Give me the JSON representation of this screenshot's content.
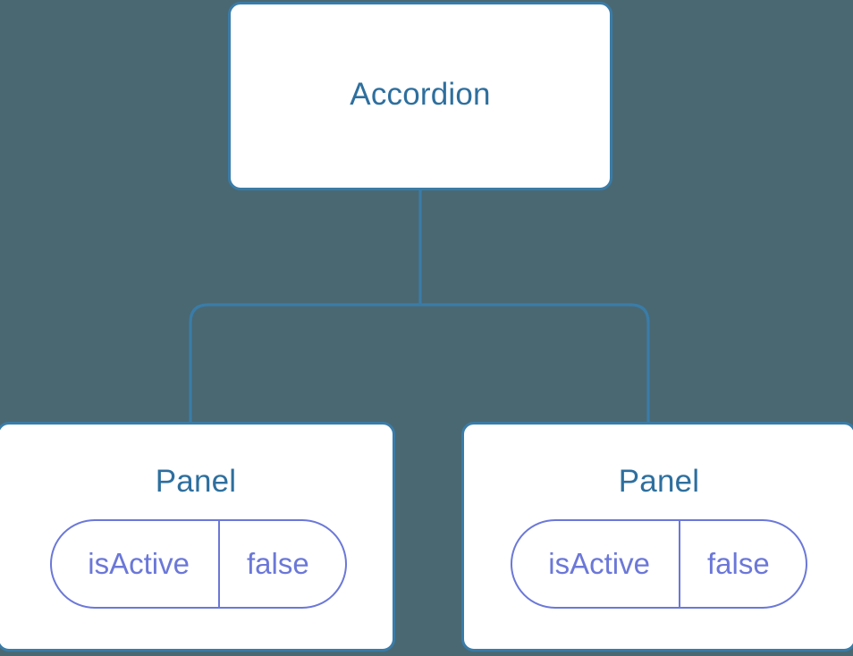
{
  "diagram": {
    "type": "component-tree",
    "background_color": "#4a6872",
    "node_border_color": "#3a7ca8",
    "node_title_color": "#2e6f9e",
    "prop_color": "#6b78d8",
    "connector_color": "#3a7ca8",
    "root": {
      "label": "Accordion"
    },
    "children": [
      {
        "label": "Panel",
        "props": [
          {
            "key": "isActive",
            "value": "false"
          }
        ]
      },
      {
        "label": "Panel",
        "props": [
          {
            "key": "isActive",
            "value": "false"
          }
        ]
      }
    ]
  }
}
